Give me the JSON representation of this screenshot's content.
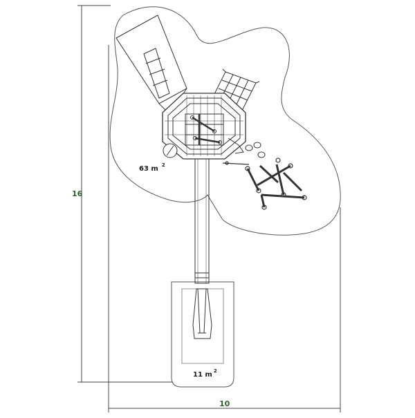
{
  "dimensions": {
    "height_value": "16",
    "width_value": "10"
  },
  "areas": {
    "main_area_value": "63 m",
    "main_area_sup": "2",
    "slide_area_value": "11 m",
    "slide_area_sup": "2"
  },
  "colors": {
    "dimension_text": "#2e5f2e",
    "line": "#333333",
    "background": "#ffffff"
  }
}
